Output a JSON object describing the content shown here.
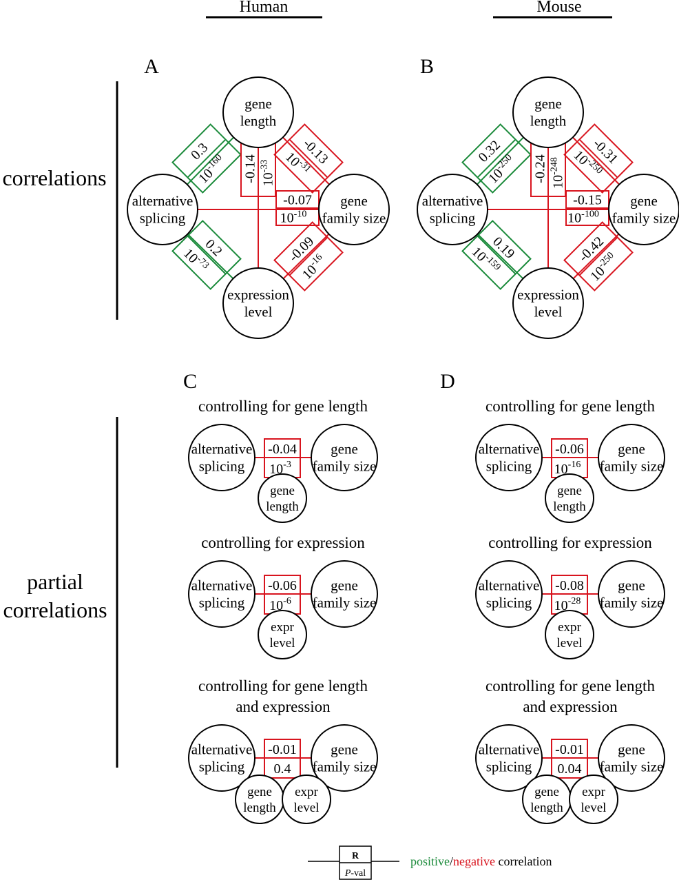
{
  "colors": {
    "positive": "#1a8a3a",
    "negative": "#d8141e",
    "node": "#000000"
  },
  "headers": {
    "human": "Human",
    "mouse": "Mouse"
  },
  "row_labels": {
    "correlations": "correlations",
    "partial_line1": "partial",
    "partial_line2": "correlations"
  },
  "panels": {
    "A": {
      "letter": "A"
    },
    "B": {
      "letter": "B"
    },
    "C": {
      "letter": "C"
    },
    "D": {
      "letter": "D"
    }
  },
  "nodes": {
    "gene_length": [
      "gene",
      "length"
    ],
    "alt_splicing": [
      "alternative",
      "splicing"
    ],
    "family_size": [
      "gene",
      "family size"
    ],
    "expression": [
      "expression",
      "level"
    ],
    "expr_short": [
      "expr",
      "level"
    ]
  },
  "correlations": {
    "human": {
      "as_gl": {
        "r": "0.3",
        "p_base": "10",
        "p_exp": "-160",
        "sign": "positive"
      },
      "gl_fs": {
        "r": "-0.13",
        "p_base": "10",
        "p_exp": "-31",
        "sign": "negative"
      },
      "gl_el": {
        "r": "-0.14",
        "p_base": "10",
        "p_exp": "-33",
        "sign": "negative"
      },
      "as_fs": {
        "r": "-0.07",
        "p_base": "10",
        "p_exp": "-10",
        "sign": "negative"
      },
      "as_el": {
        "r": "0.2",
        "p_base": "10",
        "p_exp": "-73",
        "sign": "positive"
      },
      "el_fs": {
        "r": "-0.09",
        "p_base": "10",
        "p_exp": "-16",
        "sign": "negative"
      }
    },
    "mouse": {
      "as_gl": {
        "r": "0.32",
        "p_base": "10",
        "p_exp": "-250",
        "sign": "positive"
      },
      "gl_fs": {
        "r": "-0.31",
        "p_base": "10",
        "p_exp": "-250",
        "sign": "negative"
      },
      "gl_el": {
        "r": "-0.24",
        "p_base": "10",
        "p_exp": "-248",
        "sign": "negative"
      },
      "as_fs": {
        "r": "-0.15",
        "p_base": "10",
        "p_exp": "-100",
        "sign": "negative"
      },
      "as_el": {
        "r": "0.19",
        "p_base": "10",
        "p_exp": "-159",
        "sign": "positive"
      },
      "el_fs": {
        "r": "-0.42",
        "p_base": "10",
        "p_exp": "-250",
        "sign": "negative"
      }
    }
  },
  "partial": {
    "titles": {
      "gl": [
        "controlling for gene length"
      ],
      "ex": [
        "controlling for expression"
      ],
      "both": [
        "controlling for gene length",
        "and expression"
      ]
    },
    "human": {
      "gl": {
        "r": "-0.04",
        "p_base": "10",
        "p_exp": "-3",
        "p_plain": ""
      },
      "ex": {
        "r": "-0.06",
        "p_base": "10",
        "p_exp": "-6",
        "p_plain": ""
      },
      "both": {
        "r": "-0.01",
        "p_base": "",
        "p_exp": "",
        "p_plain": "0.4"
      }
    },
    "mouse": {
      "gl": {
        "r": "-0.06",
        "p_base": "10",
        "p_exp": "-16",
        "p_plain": ""
      },
      "ex": {
        "r": "-0.08",
        "p_base": "10",
        "p_exp": "-28",
        "p_plain": ""
      },
      "both": {
        "r": "-0.01",
        "p_base": "",
        "p_exp": "",
        "p_plain": "0.04"
      }
    }
  },
  "legend": {
    "r": "R",
    "p_italic": "P",
    "p_rest": "-val",
    "positive": "positive",
    "slash": "/",
    "negative": "negative",
    "correlation": " correlation"
  }
}
